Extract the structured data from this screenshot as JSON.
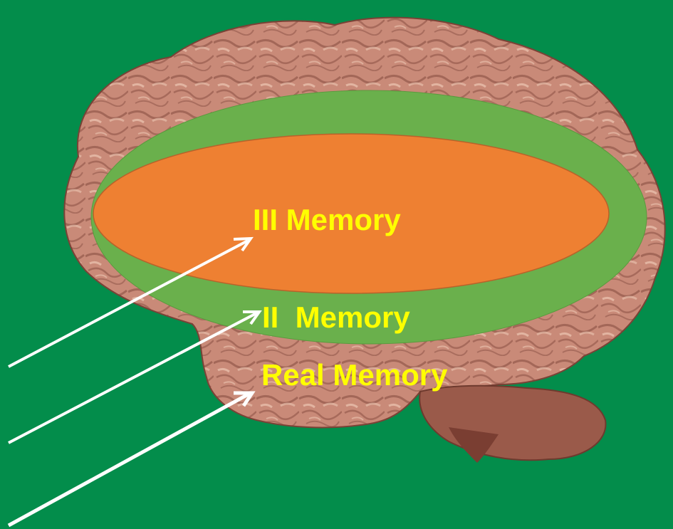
{
  "labels": {
    "third": "III Memory",
    "second": "II  Memory",
    "real": "Real Memory"
  },
  "colors": {
    "background": "#038d4b",
    "brain": "#c98a78",
    "brain_dark": "#8a5043",
    "brain_light": "#e6b8a5",
    "outer_ellipse": "#6ab04c",
    "inner_ellipse": "#ee8032",
    "label_text": "#ffff00",
    "arrow": "#ffffff"
  }
}
